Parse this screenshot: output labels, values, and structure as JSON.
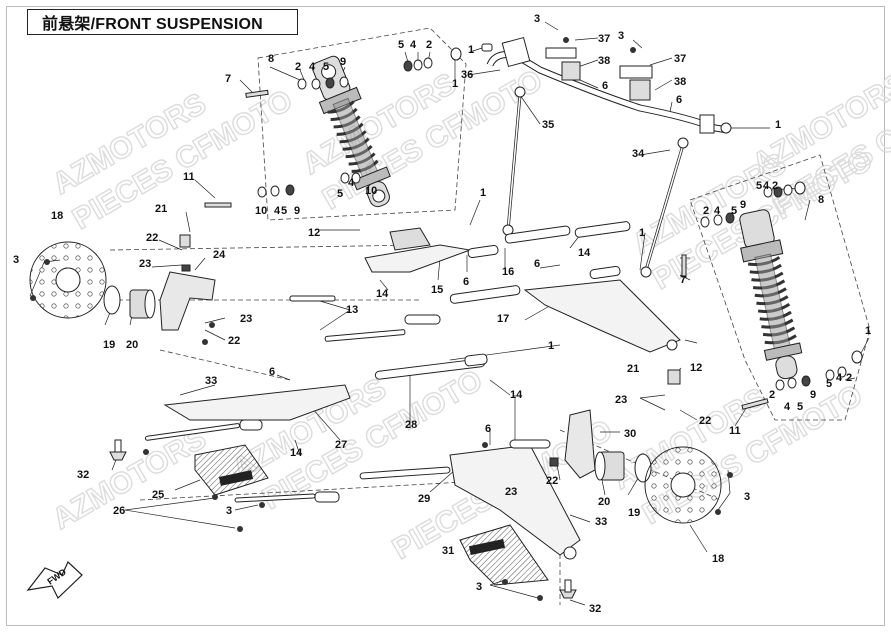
{
  "title": "前悬架/FRONT SUSPENSION",
  "watermarks": [
    "AZMOTORS",
    "PIECES CFMOTO"
  ],
  "direction_label": "FWD",
  "callouts": [
    "1",
    "2",
    "3",
    "4",
    "5",
    "6",
    "7",
    "8",
    "9",
    "10",
    "11",
    "12",
    "13",
    "14",
    "15",
    "16",
    "17",
    "18",
    "19",
    "20",
    "21",
    "22",
    "23",
    "24",
    "25",
    "26",
    "27",
    "28",
    "29",
    "30",
    "31",
    "32",
    "33",
    "34",
    "35",
    "36",
    "37",
    "38"
  ]
}
